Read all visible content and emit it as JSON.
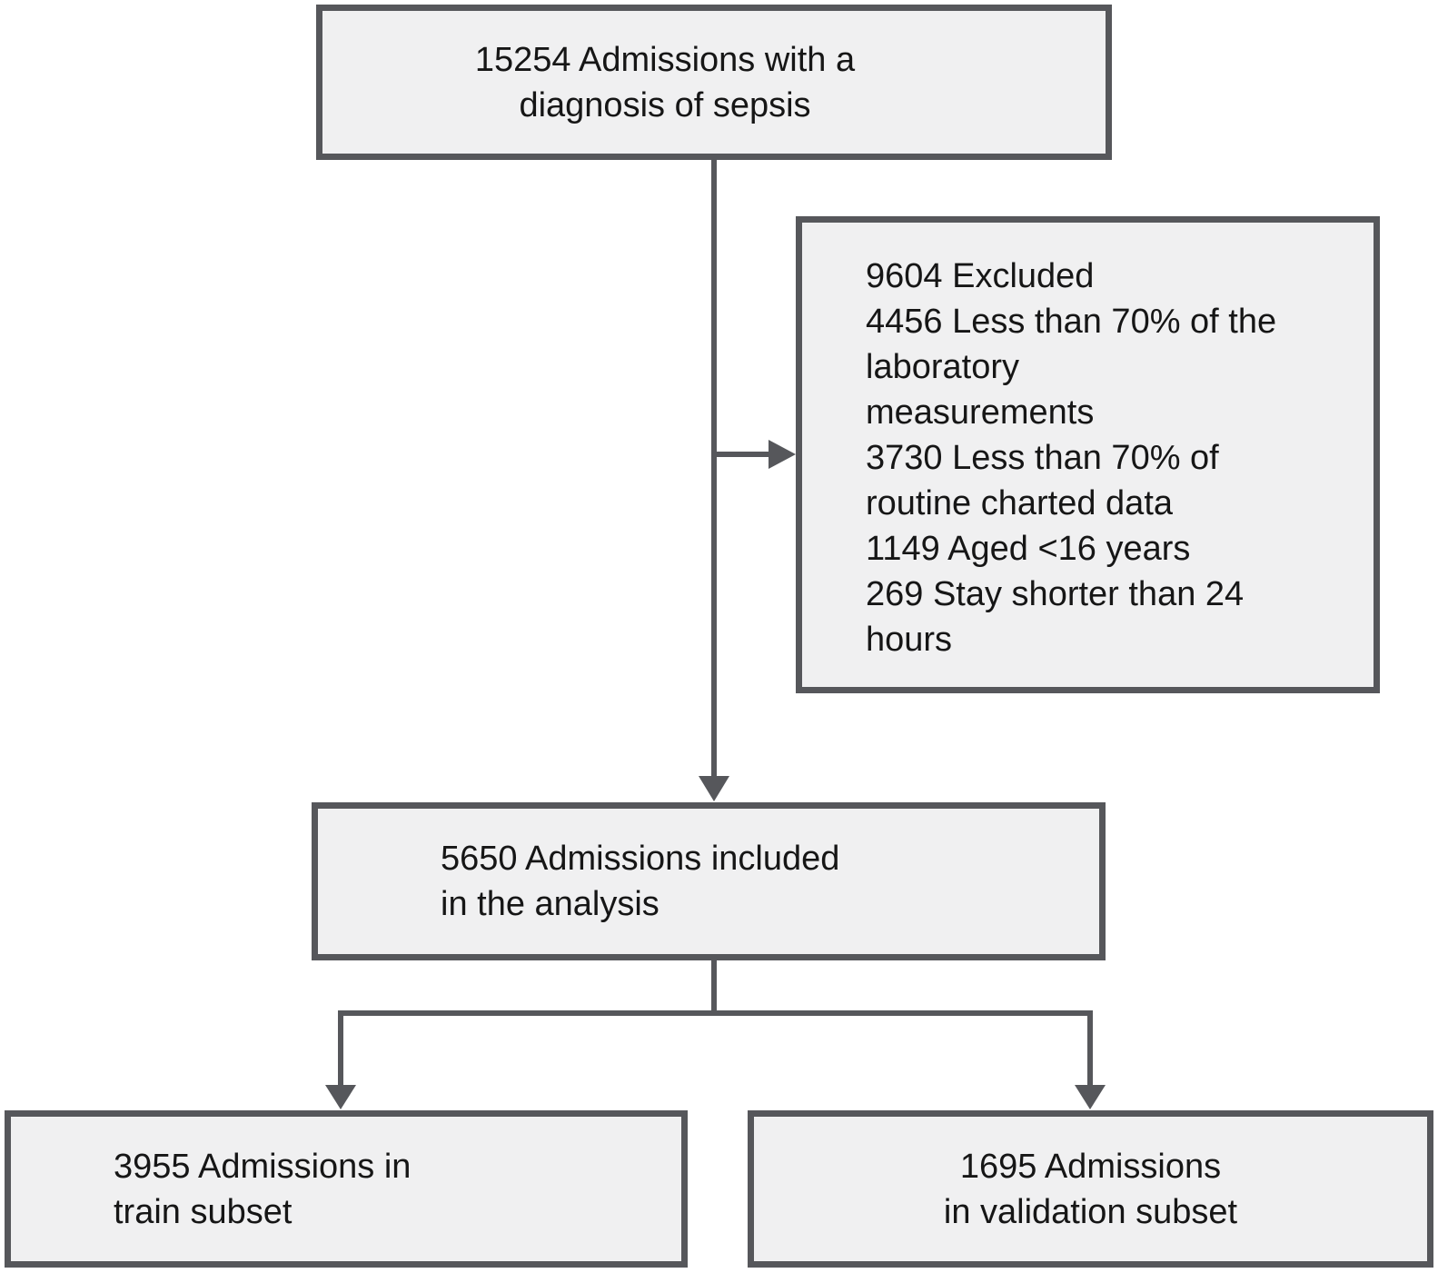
{
  "figure": {
    "type": "flowchart",
    "description_lines_are_verbatim": true
  },
  "colors": {
    "background": "#ffffff",
    "box_fill": "#f0f0f1",
    "box_border": "#56575b",
    "connector": "#56575b",
    "text": "#161616"
  },
  "boxes": {
    "sepsis_admissions": {
      "lines": [
        "15254 Admissions with a",
        "diagnosis of sepsis"
      ]
    },
    "excluded": {
      "lines": [
        "9604 Excluded",
        "4456 Less than 70% of the",
        "laboratory",
        "measurements",
        "3730 Less than 70% of",
        "routine charted data",
        "1149 Aged <16 years",
        "269 Stay shorter than 24",
        "hours"
      ]
    },
    "included": {
      "lines": [
        "5650 Admissions included",
        "in the analysis"
      ]
    },
    "train": {
      "lines": [
        "3955 Admissions in",
        "train subset"
      ]
    },
    "validation": {
      "lines": [
        "1695 Admissions",
        "in validation subset"
      ]
    }
  }
}
